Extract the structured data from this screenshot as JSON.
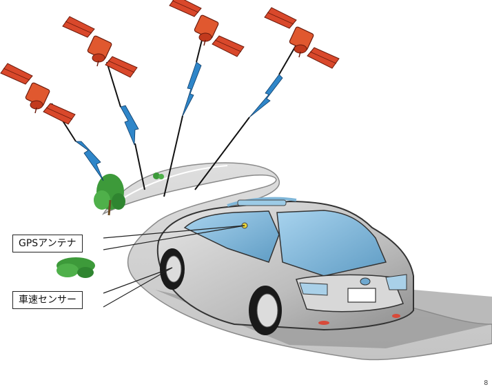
{
  "labels": {
    "gps_antenna": "GPSアンテナ",
    "speed_sensor": "車速センサー"
  },
  "page_number": "8",
  "colors": {
    "satellite_body": "#d9482b",
    "signal": "#2f86c9",
    "road": "#cfcfcf",
    "tree": "#3d9a3a",
    "car_body": "#c9c9c9",
    "glass": "#7fb6d8"
  }
}
